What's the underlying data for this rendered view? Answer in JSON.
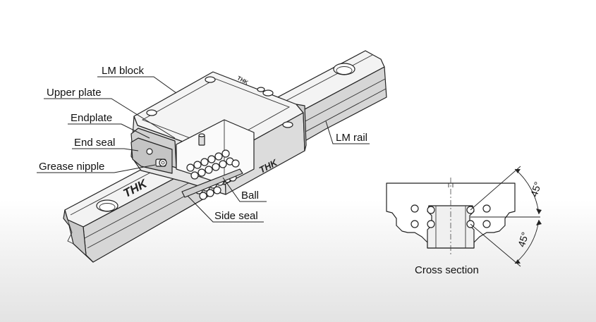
{
  "labels": {
    "lm_block": "LM block",
    "upper_plate": "Upper plate",
    "endplate": "Endplate",
    "end_seal": "End seal",
    "grease_nipple": "Grease nipple",
    "lm_rail": "LM rail",
    "ball": "Ball",
    "side_seal": "Side seal",
    "cross_section": "Cross section"
  },
  "logos": {
    "rail_logo": "THK",
    "block_logo": "THK",
    "top_logo": "THK"
  },
  "angles": {
    "upper": "45°",
    "lower": "45°"
  },
  "colors": {
    "line": "#222222",
    "part_face": "#f2f2f2",
    "part_side": "#d9d9d9",
    "part_shade": "#bdbdbd",
    "background_bottom": "#e3e3e3"
  }
}
